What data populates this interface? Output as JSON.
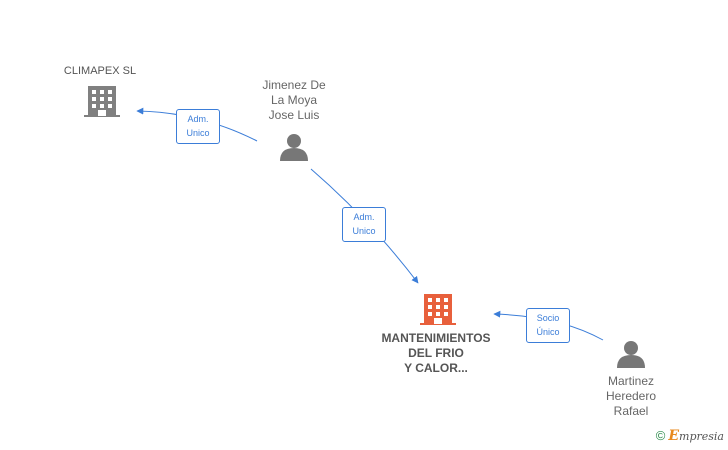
{
  "nodes": {
    "climapex": {
      "lines": [
        "CLIMAPEX SL"
      ],
      "icon": "building-icon",
      "color": "#808080"
    },
    "jimenez": {
      "lines": [
        "Jimenez De",
        "La Moya",
        "Jose Luis"
      ],
      "icon": "person-icon",
      "color": "#777777"
    },
    "main": {
      "lines": [
        "MANTENIMIENTOS",
        "DEL FRIO",
        "Y CALOR..."
      ],
      "icon": "building-icon",
      "color": "#e8603c"
    },
    "martinez": {
      "lines": [
        "Martinez",
        "Heredero",
        "Rafael"
      ],
      "icon": "person-icon",
      "color": "#777777"
    }
  },
  "relations": {
    "r1": {
      "lines": [
        "Adm.",
        "Unico"
      ]
    },
    "r2": {
      "lines": [
        "Adm.",
        "Unico"
      ]
    },
    "r3": {
      "lines": [
        "Socio",
        "Único"
      ]
    }
  },
  "colors": {
    "edge": "#3b7dd8"
  },
  "footer": {
    "copyright": "©",
    "brand_initial": "E",
    "brand_rest": "mpresia"
  }
}
